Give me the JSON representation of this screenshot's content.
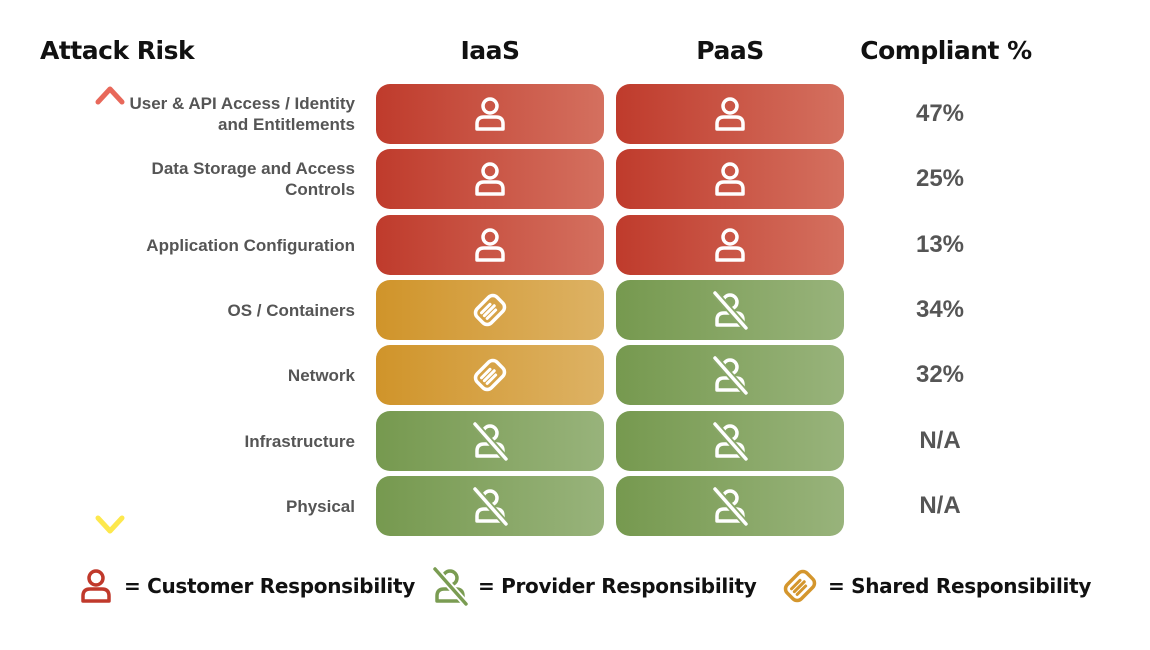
{
  "header": {
    "attack_risk": "Attack Risk",
    "iaas": "IaaS",
    "paas": "PaaS",
    "compliant": "Compliant %"
  },
  "rows": [
    {
      "label": "User & API Access / Identity and Entitlements",
      "iaas": "customer",
      "paas": "customer",
      "compliant": "47%"
    },
    {
      "label": "Data Storage and Access Controls",
      "iaas": "customer",
      "paas": "customer",
      "compliant": "25%"
    },
    {
      "label": "Application Configuration",
      "iaas": "customer",
      "paas": "customer",
      "compliant": "13%"
    },
    {
      "label": "OS / Containers",
      "iaas": "shared",
      "paas": "provider",
      "compliant": "34%"
    },
    {
      "label": "Network",
      "iaas": "shared",
      "paas": "provider",
      "compliant": "32%"
    },
    {
      "label": "Infrastructure",
      "iaas": "provider",
      "paas": "provider",
      "compliant": "N/A"
    },
    {
      "label": "Physical",
      "iaas": "provider",
      "paas": "provider",
      "compliant": "N/A"
    }
  ],
  "legend": {
    "customer": "= Customer Responsibility",
    "provider": "= Provider Responsibility",
    "shared": "= Shared Responsibility"
  },
  "colors": {
    "customer": "#c0392b",
    "shared": "#d4962d",
    "provider": "#7a9c52",
    "arrow_top": "#e8685a",
    "arrow_bottom": "#fde84d"
  },
  "icons": {
    "customer": "person-icon",
    "provider": "person-slashed-icon",
    "shared": "handshake-icon"
  }
}
